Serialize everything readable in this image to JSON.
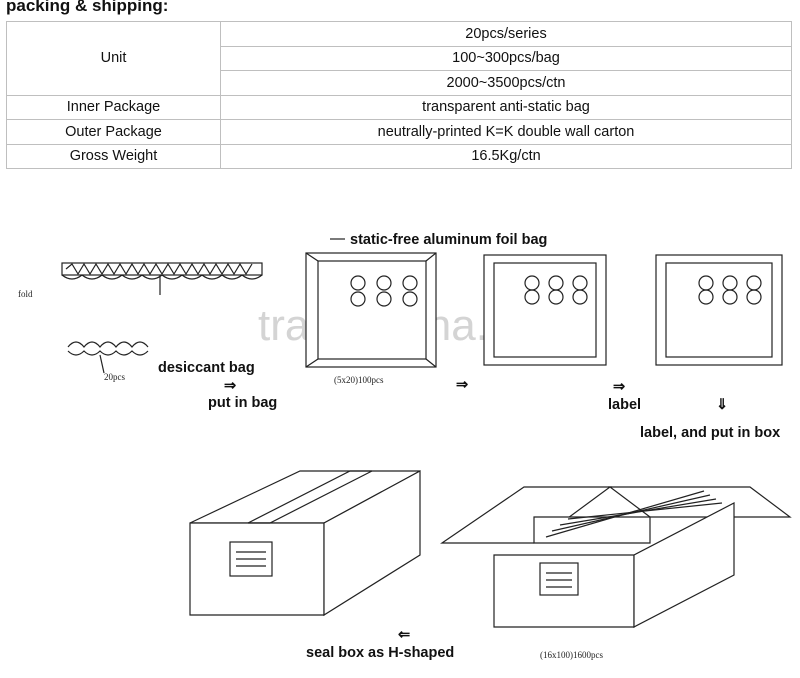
{
  "section_title": "packing & shipping:",
  "table": {
    "unit_label": "Unit",
    "unit_values": [
      "20pcs/series",
      "100~300pcs/bag",
      "2000~3500pcs/ctn"
    ],
    "rows": [
      {
        "label": "Inner Package",
        "value": "transparent anti-static bag"
      },
      {
        "label": "Outer Package",
        "value": "neutrally-printed K=K double wall carton"
      },
      {
        "label": "Gross Weight",
        "value": "16.5Kg/ctn"
      }
    ]
  },
  "illustration": {
    "fold": "fold",
    "pcs_20": "20pcs",
    "desiccant_bag": "desiccant bag",
    "put_in_bag": "put in bag",
    "foil_bag": "static-free aluminum foil bag",
    "bag_count": "(5x20)100pcs",
    "label": "label",
    "label_put_in_box": "label, and put in box",
    "seal_box": "seal box as H-shaped",
    "box_count": "(16x100)1600pcs",
    "watermark": "trade.china.cn"
  }
}
